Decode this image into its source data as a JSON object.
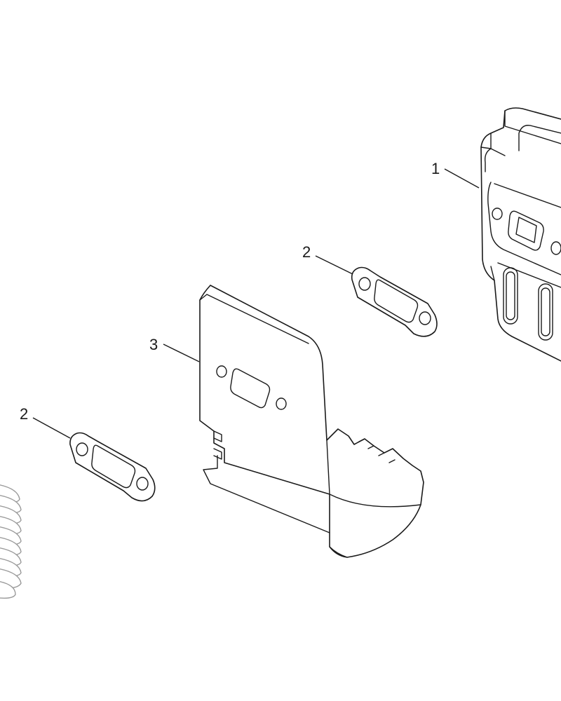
{
  "diagram": {
    "colors": {
      "line": "#1a1a1a",
      "fin": "#9a9a9a",
      "background": "#ffffff"
    },
    "callouts": [
      {
        "id": "muffler",
        "label": "1"
      },
      {
        "id": "gasket-upper",
        "label": "2"
      },
      {
        "id": "heat-shield",
        "label": "3"
      },
      {
        "id": "gasket-lower",
        "label": "2"
      }
    ]
  }
}
